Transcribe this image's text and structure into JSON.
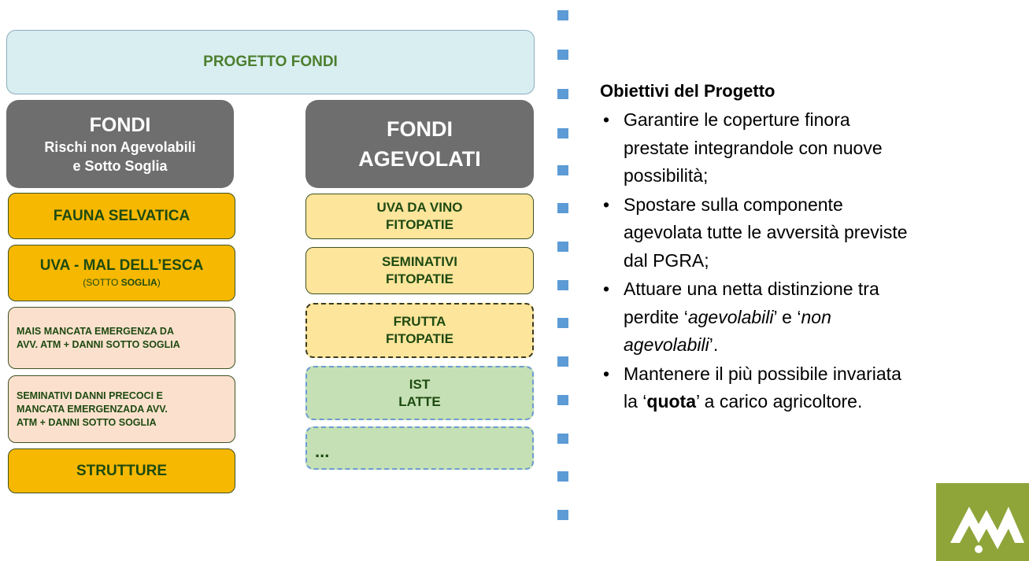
{
  "header": {
    "title": "PROGETTO FONDI"
  },
  "left_column": {
    "head": {
      "line1": "FONDI",
      "line2": "Rischi non Agevolabili",
      "line3": "e Sotto Soglia"
    },
    "boxes": [
      {
        "text": "FAUNA SELVATICA"
      },
      {
        "line1": "UVA - MAL DELL’ESCA",
        "paren_open": "(",
        "sotto": "SOTTO ",
        "soglia": "SOGLIA",
        "paren_close": ")"
      },
      {
        "line1": "MAIS MANCATA EMERGENZA DA",
        "line2": "AVV. ATM + DANNI SOTTO SOGLIA"
      },
      {
        "line1": "SEMINATIVI DANNI PRECOCI E",
        "line2": "MANCATA EMERGENZADA AVV.",
        "line3": "ATM + DANNI SOTTO SOGLIA"
      },
      {
        "text": "STRUTTURE"
      }
    ]
  },
  "right_column": {
    "head": {
      "line1": "FONDI",
      "line2": "AGEVOLATI"
    },
    "boxes": [
      {
        "line1": "UVA DA VINO",
        "line2": "FITOPATIE"
      },
      {
        "line1": "SEMINATIVI",
        "line2": "FITOPATIE"
      },
      {
        "line1": "FRUTTA",
        "line2": "FITOPATIE"
      },
      {
        "line1": "IST",
        "line2": "LATTE"
      },
      {
        "text": "..."
      }
    ]
  },
  "objectives": {
    "title": "Obiettivi del Progetto",
    "bullet_char": "•",
    "b1": {
      "l1": "Garantire le coperture finora",
      "l2": "prestate integrandole con nuove",
      "l3": "possibilità;"
    },
    "b2": {
      "l1": "Spostare sulla componente",
      "l2": "agevolata tutte le avversità previste",
      "l3": "dal PGRA;"
    },
    "b3": {
      "l1": "Attuare una netta distinzione tra",
      "l2a": "perdite ‘",
      "l2b": "agevolabili",
      "l2c": "’ e ‘",
      "l2d": "non",
      "l3a": "agevolabili",
      "l3b": "’."
    },
    "b4": {
      "l1": "Mantenere il più possibile invariata",
      "l2a": "la ‘",
      "l2b": "quota",
      "l2c": "’ a carico agricoltore."
    }
  },
  "colors": {
    "header_bg": "#d9eef1",
    "gray_head": "#6e6e6e",
    "orange": "#f6b800",
    "peach": "#fbe1cd",
    "light_yellow": "#fde59b",
    "light_green": "#c5e0b4",
    "separator": "#5c9bd5",
    "logo_green": "#8fa53a"
  },
  "logo": {
    "icon": "company-logo-icon"
  }
}
